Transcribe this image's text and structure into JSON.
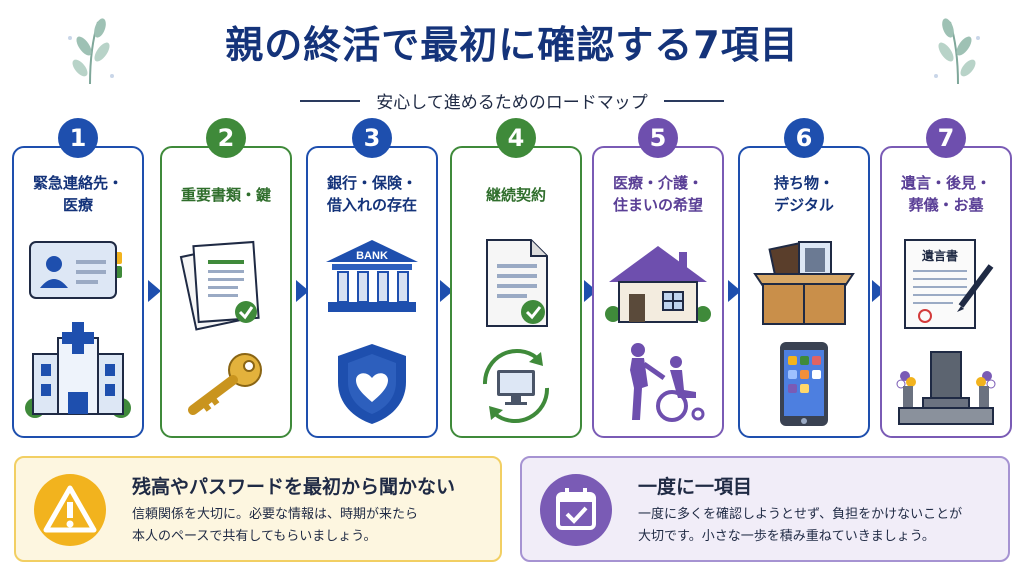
{
  "header": {
    "title": "親の終活で最初に確認する7項目",
    "subtitle": "安心して進めるためのロードマップ"
  },
  "steps": [
    {
      "num": "1",
      "title": "緊急連絡先・\n医療",
      "color": "blue",
      "icons": [
        "id-card-icon",
        "hospital-icon"
      ]
    },
    {
      "num": "2",
      "title": "重要書類・鍵",
      "color": "green",
      "icons": [
        "documents-icon",
        "key-icon"
      ]
    },
    {
      "num": "3",
      "title": "銀行・保険・\n借入れの存在",
      "color": "blue",
      "icons": [
        "bank-icon",
        "shield-heart-icon"
      ],
      "bank_label": "BANK"
    },
    {
      "num": "4",
      "title": "継続契約",
      "color": "green",
      "icons": [
        "contract-document-icon",
        "renewal-monitor-icon"
      ]
    },
    {
      "num": "5",
      "title": "医療・介護・\n住まいの希望",
      "color": "purple",
      "icons": [
        "house-icon",
        "wheelchair-care-icon"
      ]
    },
    {
      "num": "6",
      "title": "持ち物・\nデジタル",
      "color": "blue",
      "icons": [
        "belongings-box-icon",
        "smartphone-icon"
      ]
    },
    {
      "num": "7",
      "title": "遺言・後見・\n葬儀・お墓",
      "color": "purple",
      "icons": [
        "will-document-icon",
        "grave-icon"
      ],
      "will_label": "遺言書"
    }
  ],
  "notes": {
    "warning": {
      "title": "残高やパスワードを最初から聞かない",
      "body": "信頼関係を大切に。必要な情報は、時期が来たら\n本人のペースで共有してもらいましょう。",
      "icon": "warning-icon"
    },
    "tip": {
      "title": "一度に一項目",
      "body": "一度に多くを確認しようとせず、負担をかけないことが\n大切です。小さな一歩を積み重ねていきましょう。",
      "icon": "calendar-check-icon"
    }
  },
  "colors": {
    "blue": "#1e4fae",
    "green": "#3f8a3a",
    "purple": "#6e4fae",
    "warning": "#f2b31e",
    "title": "#14337a"
  }
}
